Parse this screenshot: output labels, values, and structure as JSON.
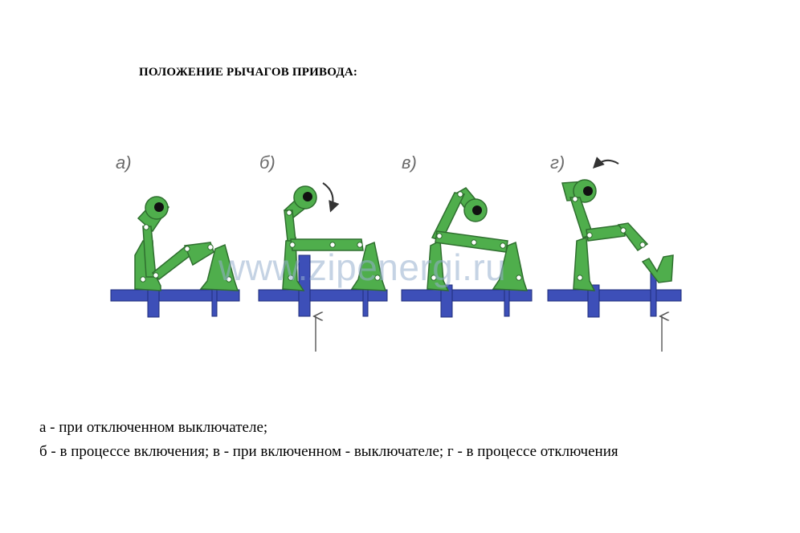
{
  "title": "ПОЛОЖЕНИЕ РЫЧАГОВ ПРИВОДА:",
  "panels": [
    {
      "label": "а)"
    },
    {
      "label": "б)"
    },
    {
      "label": "в)"
    },
    {
      "label": "г)"
    }
  ],
  "watermark": "www.zipenergi.ru",
  "captions": {
    "line1": "а - при отключенном выключателе;",
    "line2": "б - в процессе включения; в - при включенном - выключателе; г - в процессе отключения"
  },
  "colors": {
    "lever_green": "#4fae4c",
    "outline_dark": "#2f6f2f",
    "rail_blue": "#3d4fb8",
    "pin_white": "#ffffff",
    "arrow_gray": "#555555"
  }
}
